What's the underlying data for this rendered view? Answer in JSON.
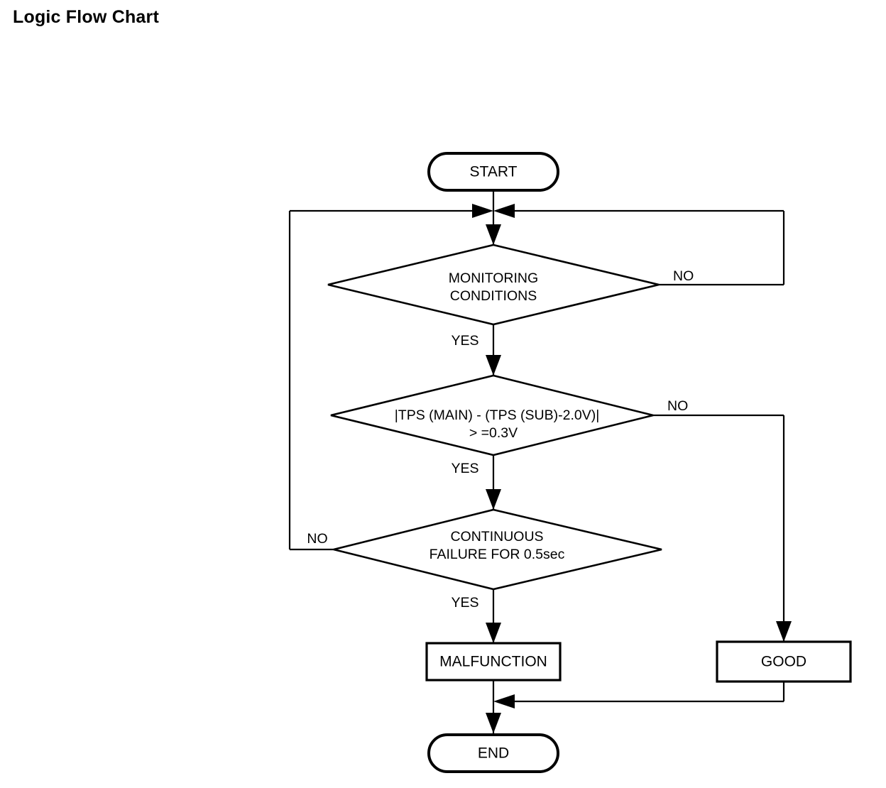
{
  "page": {
    "title": "Logic Flow Chart",
    "background_color": "#ffffff",
    "line_color": "#000000",
    "text_color": "#000000"
  },
  "chart_data": {
    "type": "diagram",
    "diagram_kind": "flowchart",
    "title": "Logic Flow Chart",
    "orientation": "top-to-bottom",
    "nodes": [
      {
        "id": "start",
        "shape": "terminator",
        "label": "START"
      },
      {
        "id": "monitoring",
        "shape": "decision",
        "label_line1": "MONITORING",
        "label_line2": "CONDITIONS"
      },
      {
        "id": "tps",
        "shape": "decision",
        "label_line1": "|TPS (MAIN) - (TPS (SUB)-2.0V)|",
        "label_line2": "> =0.3V"
      },
      {
        "id": "continuous",
        "shape": "decision",
        "label_line1": "CONTINUOUS",
        "label_line2": "FAILURE FOR 0.5sec"
      },
      {
        "id": "malfunction",
        "shape": "process",
        "label": "MALFUNCTION"
      },
      {
        "id": "good",
        "shape": "process",
        "label": "GOOD"
      },
      {
        "id": "end",
        "shape": "terminator",
        "label": "END"
      }
    ],
    "edges": [
      {
        "from": "start",
        "to": "monitoring",
        "label": ""
      },
      {
        "from": "monitoring",
        "to": "tps",
        "label": "YES"
      },
      {
        "from": "monitoring",
        "to": "start-junction",
        "label": "NO",
        "route": "right-loop-up"
      },
      {
        "from": "tps",
        "to": "continuous",
        "label": "YES"
      },
      {
        "from": "tps",
        "to": "good",
        "label": "NO",
        "route": "right-down"
      },
      {
        "from": "continuous",
        "to": "malfunction",
        "label": "YES"
      },
      {
        "from": "continuous",
        "to": "start-junction",
        "label": "NO",
        "route": "left-loop-up"
      },
      {
        "from": "malfunction",
        "to": "end",
        "label": ""
      },
      {
        "from": "good",
        "to": "end",
        "label": "",
        "route": "down-left-merge"
      }
    ],
    "branch_labels": [
      "YES",
      "NO"
    ]
  },
  "nodes": {
    "start": {
      "label": "START"
    },
    "monitoring": {
      "line1": "MONITORING",
      "line2": "CONDITIONS"
    },
    "tps": {
      "line1": "|TPS (MAIN) - (TPS (SUB)-2.0V)|",
      "line2": "> =0.3V"
    },
    "continuous": {
      "line1": "CONTINUOUS",
      "line2": "FAILURE FOR 0.5sec"
    },
    "malfunction": {
      "label": "MALFUNCTION"
    },
    "good": {
      "label": "GOOD"
    },
    "end": {
      "label": "END"
    }
  },
  "branches": {
    "monitoring_yes": "YES",
    "monitoring_no": "NO",
    "tps_yes": "YES",
    "tps_no": "NO",
    "continuous_yes": "YES",
    "continuous_no": "NO"
  }
}
